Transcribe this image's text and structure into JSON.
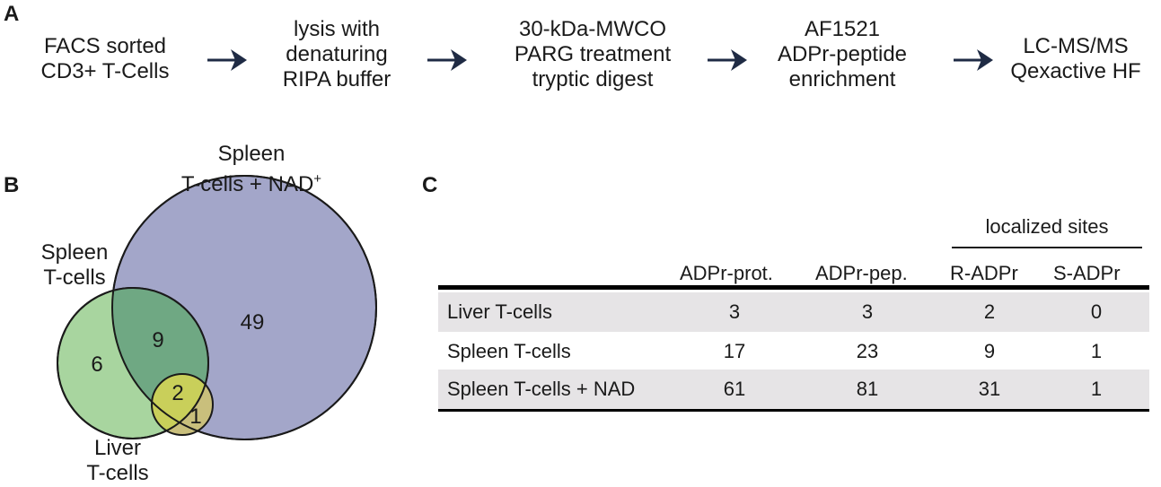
{
  "panels": {
    "a": "A",
    "b": "B",
    "c": "C"
  },
  "workflow": [
    {
      "lines": [
        "FACS sorted",
        "CD3+ T-Cells"
      ]
    },
    {
      "lines": [
        "lysis with",
        "denaturing",
        "RIPA buffer"
      ]
    },
    {
      "lines": [
        "30-kDa-MWCO",
        "PARG treatment",
        "tryptic digest"
      ]
    },
    {
      "lines": [
        "AF1521",
        "ADPr-peptide",
        "enrichment"
      ]
    },
    {
      "lines": [
        "LC-MS/MS",
        "Qexactive HF"
      ]
    }
  ],
  "venn": {
    "labels": {
      "spleen_nad_line1": "Spleen",
      "spleen_nad_line2": "T-cells + NAD",
      "spleen_nad_sup": "+",
      "spleen_line1": "Spleen",
      "spleen_line2": "T-cells",
      "liver_line1": "Liver",
      "liver_line2": "T-cells"
    },
    "counts": {
      "spleen_only": "6",
      "spleen_nad_overlap": "9",
      "nad_only": "49",
      "all_three": "2",
      "liver_nad": "1"
    },
    "colors": {
      "nad": "#a3a6c9",
      "spleen": "#a8d59f",
      "spleen_nad": "#6fa883",
      "liver": "#c9cf5a",
      "liver_nad_only": "#c9bf7c"
    }
  },
  "table": {
    "group_header": "localized sites",
    "columns": [
      "ADPr-prot.",
      "ADPr-pep.",
      "R-ADPr",
      "S-ADPr"
    ],
    "rows": [
      {
        "label": "Liver T-cells",
        "values": [
          "3",
          "3",
          "2",
          "0"
        ]
      },
      {
        "label": "Spleen T-cells",
        "values": [
          "17",
          "23",
          "9",
          "1"
        ]
      },
      {
        "label": "Spleen T-cells + NAD",
        "values": [
          "61",
          "81",
          "31",
          "1"
        ]
      }
    ]
  }
}
